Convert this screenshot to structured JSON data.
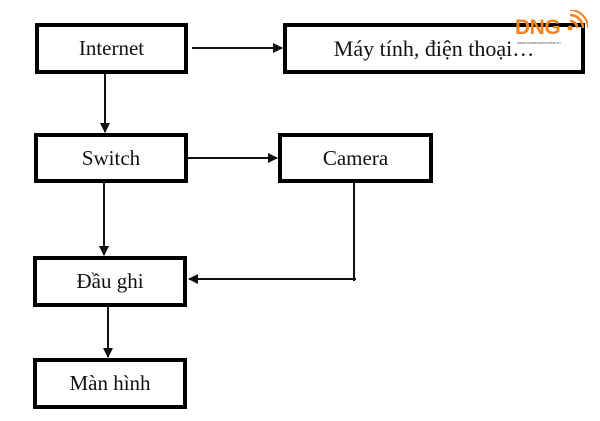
{
  "diagram": {
    "nodes": [
      {
        "id": "internet",
        "label": "Internet"
      },
      {
        "id": "devices",
        "label": "Máy tính, điện thoại…"
      },
      {
        "id": "switch",
        "label": "Switch"
      },
      {
        "id": "camera",
        "label": "Camera"
      },
      {
        "id": "nvr",
        "label": "Đầu ghi"
      },
      {
        "id": "monitor",
        "label": "Màn hình"
      }
    ],
    "edges": [
      {
        "from": "internet",
        "to": "devices"
      },
      {
        "from": "internet",
        "to": "switch"
      },
      {
        "from": "switch",
        "to": "camera"
      },
      {
        "from": "switch",
        "to": "nvr"
      },
      {
        "from": "camera",
        "to": "nvr"
      },
      {
        "from": "nvr",
        "to": "monitor"
      }
    ]
  },
  "logo": {
    "brand": "DNG",
    "url": "www.camerachonnha.vn",
    "color": "#f4831f",
    "icon": "wifi-icon"
  }
}
